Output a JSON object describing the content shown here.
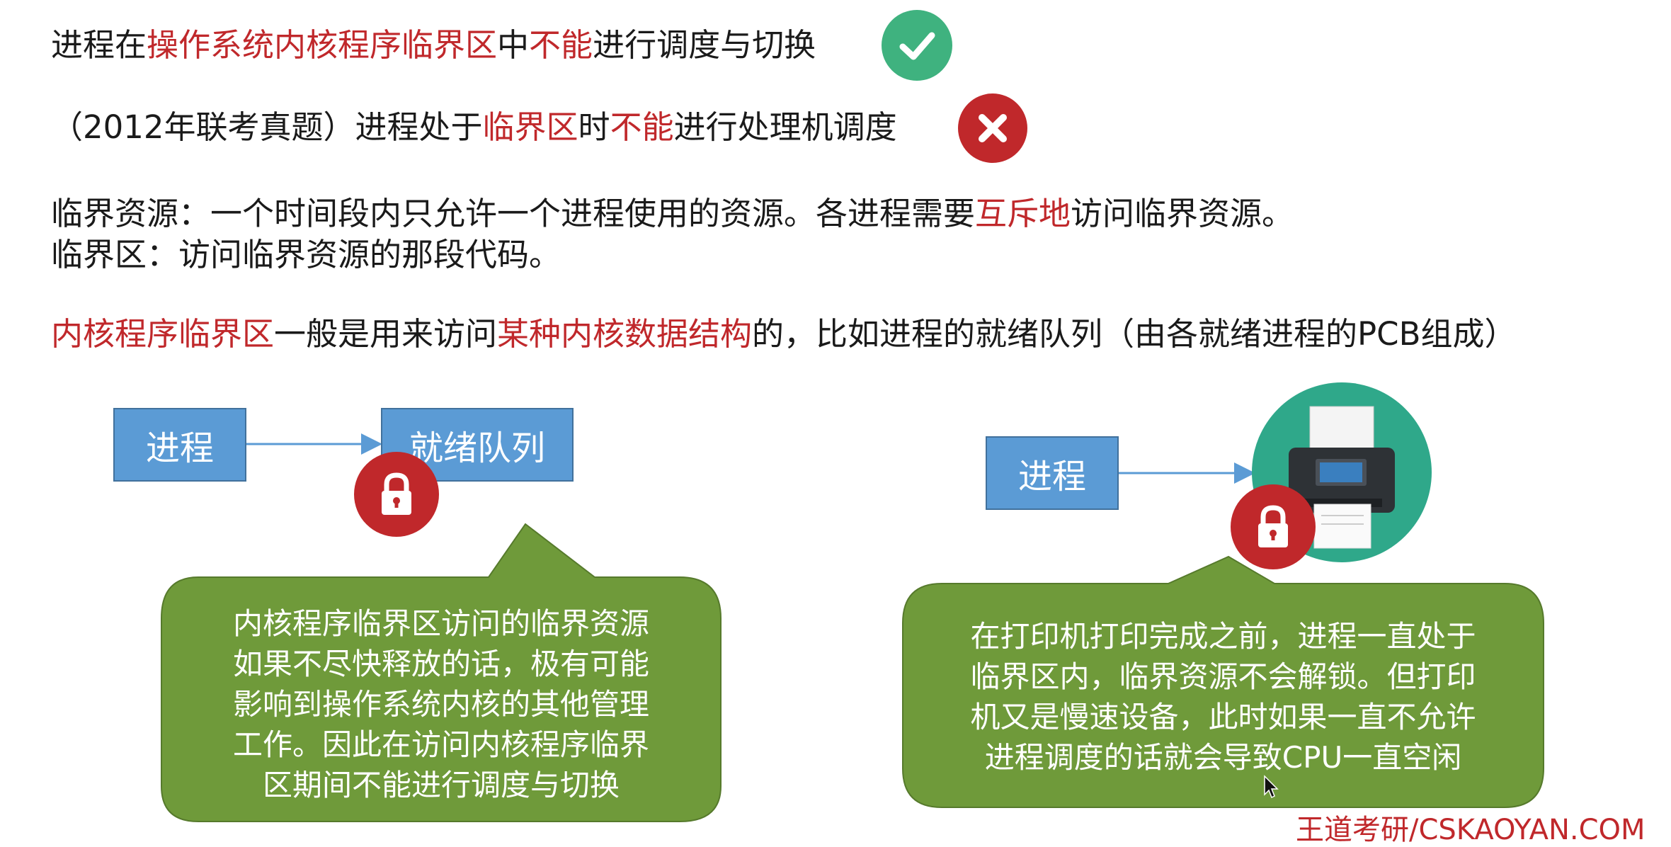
{
  "line1": {
    "p1": "进程在",
    "p2": "操作系统内核程序临界区",
    "p3": "中",
    "p4": "不能",
    "p5": "进行调度与切换"
  },
  "line2": {
    "p1": "（2012年联考真题）进程处于",
    "p2": "临界区",
    "p3": "时",
    "p4": "不能",
    "p5": "进行处理机调度"
  },
  "line3": {
    "p1": "临界资源：一个时间段内只允许一个进程使用的资源。各进程需要",
    "p2": "互斥地",
    "p3": "访问临界资源。"
  },
  "line4": {
    "p1": "临界区：访问临界资源的那段代码。"
  },
  "line5": {
    "p1": "内核程序临界区",
    "p2": "一般是用来访问",
    "p3": "某种内核数据结构",
    "p4": "的，比如进程的就绪队列（由各就绪进程的PCB组成）"
  },
  "diagram_left": {
    "process": "进程",
    "queue": "就绪队列"
  },
  "diagram_right": {
    "process": "进程"
  },
  "bubble_left": [
    "内核程序临界区访问的临界资源",
    "如果不尽快释放的话，极有可能",
    "影响到操作系统内核的其他管理",
    "工作。因此在访问内核程序临界",
    "区期间不能进行调度与切换"
  ],
  "bubble_right": [
    "在打印机打印完成之前，进程一直处于",
    "临界区内，临界资源不会解锁。但打印",
    "机又是慢速设备，此时如果一直不允许",
    "进程调度的话就会导致CPU一直空闲"
  ],
  "watermark": "王道考研/CSKAOYAN.COM",
  "colors": {
    "highlight": "#c0282b",
    "box": "#5b9bd5",
    "bubble": "#6f9a3a",
    "check": "#3fb27f",
    "cross": "#c0282b"
  }
}
